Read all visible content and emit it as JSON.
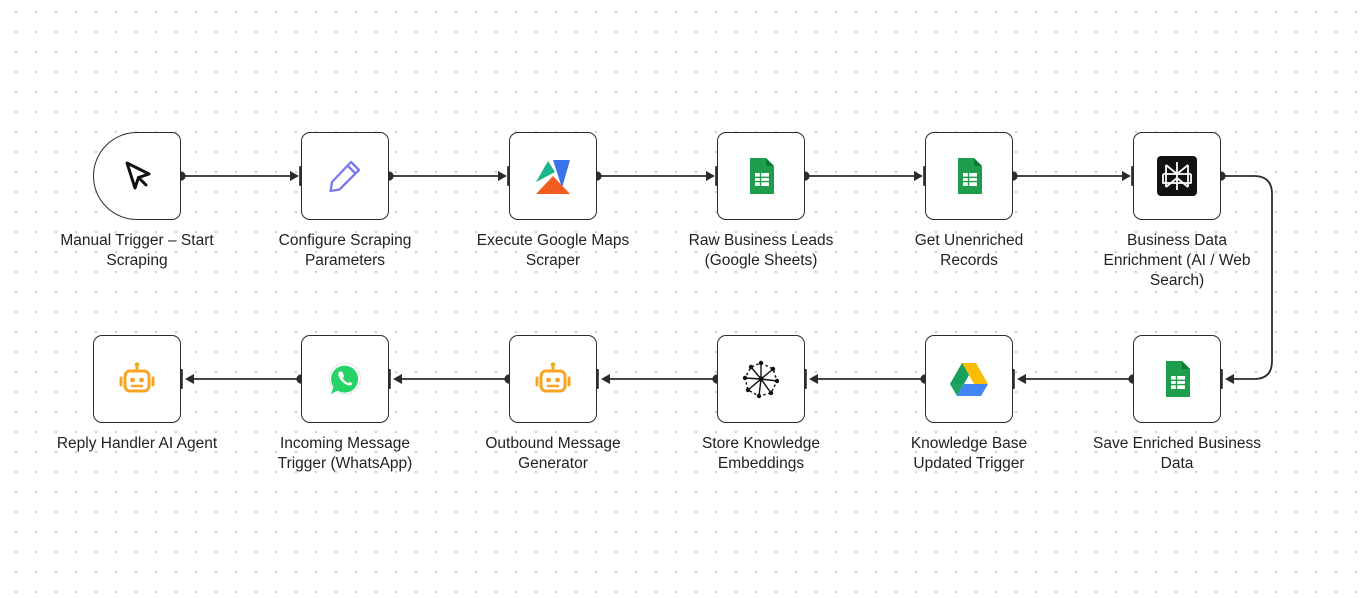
{
  "workflow": {
    "nodes": [
      {
        "id": "n1",
        "label": "Manual Trigger – Start Scraping",
        "icon": "cursor-icon",
        "kind": "trigger"
      },
      {
        "id": "n2",
        "label": "Configure Scraping Parameters",
        "icon": "pencil-icon"
      },
      {
        "id": "n3",
        "label": "Execute Google Maps Scraper",
        "icon": "apify-icon"
      },
      {
        "id": "n4",
        "label": "Raw Business Leads (Google Sheets)",
        "icon": "google-sheets-icon"
      },
      {
        "id": "n5",
        "label": "Get Unenriched Records",
        "icon": "google-sheets-icon"
      },
      {
        "id": "n6",
        "label": "Business Data Enrichment (AI / Web Search)",
        "icon": "perplexity-icon"
      },
      {
        "id": "n7",
        "label": "Save Enriched Business Data",
        "icon": "google-sheets-icon"
      },
      {
        "id": "n8",
        "label": "Knowledge Base Updated Trigger",
        "icon": "google-drive-icon"
      },
      {
        "id": "n9",
        "label": "Store Knowledge Embeddings",
        "icon": "vector-store-icon"
      },
      {
        "id": "n10",
        "label": "Outbound Message Generator",
        "icon": "ai-agent-icon"
      },
      {
        "id": "n11",
        "label": "Incoming Message Trigger (WhatsApp)",
        "icon": "whatsapp-icon"
      },
      {
        "id": "n12",
        "label": "Reply Handler AI Agent",
        "icon": "ai-agent-icon"
      }
    ],
    "colors": {
      "edge": "#2b2b2b",
      "sheets_green": "#1e9e4a",
      "pencil_purple": "#7b79f0",
      "agent_orange": "#f5a623",
      "whatsapp_green": "#25d366"
    }
  }
}
